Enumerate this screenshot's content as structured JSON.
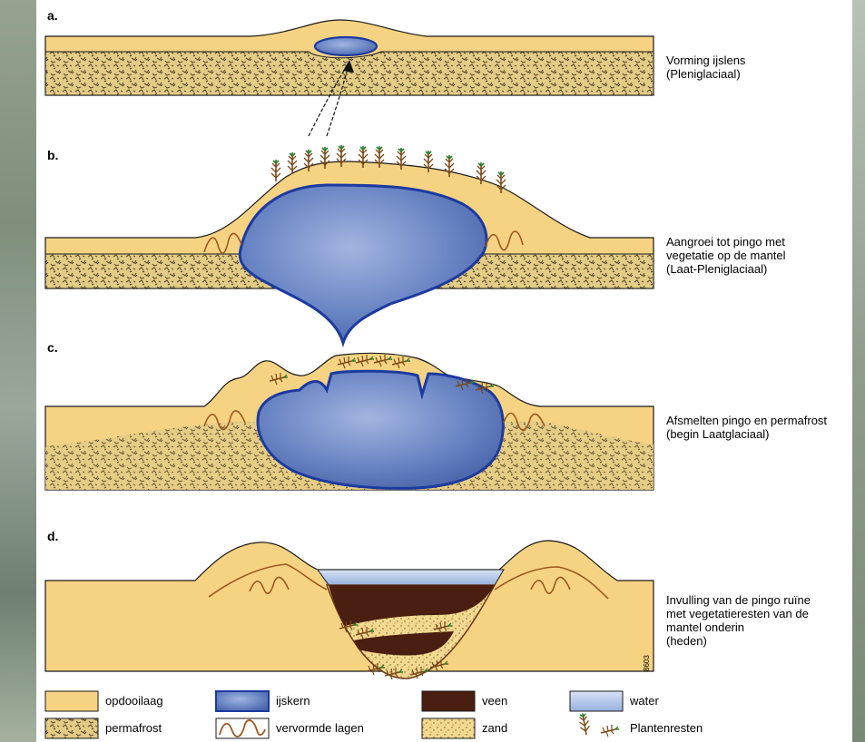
{
  "panels": [
    {
      "letter": "a.",
      "caption": [
        "Vorming ijslens",
        "(Pleniglaciaal)"
      ]
    },
    {
      "letter": "b.",
      "caption": [
        "Aangroei tot pingo met",
        "vegetatie op de mantel",
        "(Laat-Pleniglaciaal)"
      ]
    },
    {
      "letter": "c.",
      "caption": [
        "Afsmelten pingo en permafrost",
        "(begin Laatglaciaal)"
      ]
    },
    {
      "letter": "d.",
      "caption": [
        "Invulling van de pingo ruïne",
        "met vegetatieresten van de",
        "mantel onderin",
        "(heden)"
      ]
    }
  ],
  "figure_code": "8603",
  "legend": [
    {
      "label": "opdooilaag",
      "color": "#f6d383"
    },
    {
      "label": "ijskern",
      "color": "#6b86c4"
    },
    {
      "label": "veen",
      "color": "#4a1e10"
    },
    {
      "label": "water",
      "color": "#aac0e6"
    },
    {
      "label": "permafrost",
      "color": "#b19a55"
    },
    {
      "label": "vervormde lagen",
      "color": "#9c5820"
    },
    {
      "label": "zand",
      "color": "#f3d890"
    },
    {
      "label": "Plantenresten",
      "color": "#5a8a3a"
    }
  ],
  "colors": {
    "sand_layer": "#f6d383",
    "outline": "#1a1a1a",
    "ice": "#6b86c4",
    "ice_border": "#1d3aa0",
    "peat": "#4a1e10",
    "water": "#aac0e6",
    "deformed": "#9c5820"
  }
}
